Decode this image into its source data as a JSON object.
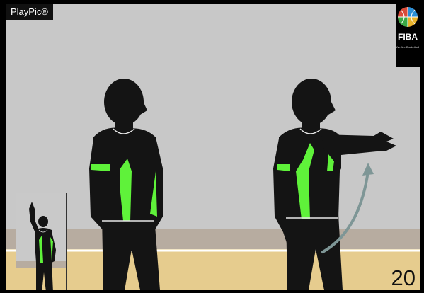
{
  "brand": {
    "label": "PlayPic®"
  },
  "logo": {
    "name": "FIBA",
    "tagline": "We Are Basketball"
  },
  "page": {
    "number": "20"
  },
  "icons": [
    "fiba-ball-icon",
    "motion-arrow-icon"
  ],
  "colors": {
    "wall": "#c8c8c8",
    "baseboard": "#b7aca0",
    "floor": "#e6cc8e",
    "silhouette": "#141414",
    "jersey_accent": "#5ff23a",
    "arrow": "#7e9696"
  }
}
